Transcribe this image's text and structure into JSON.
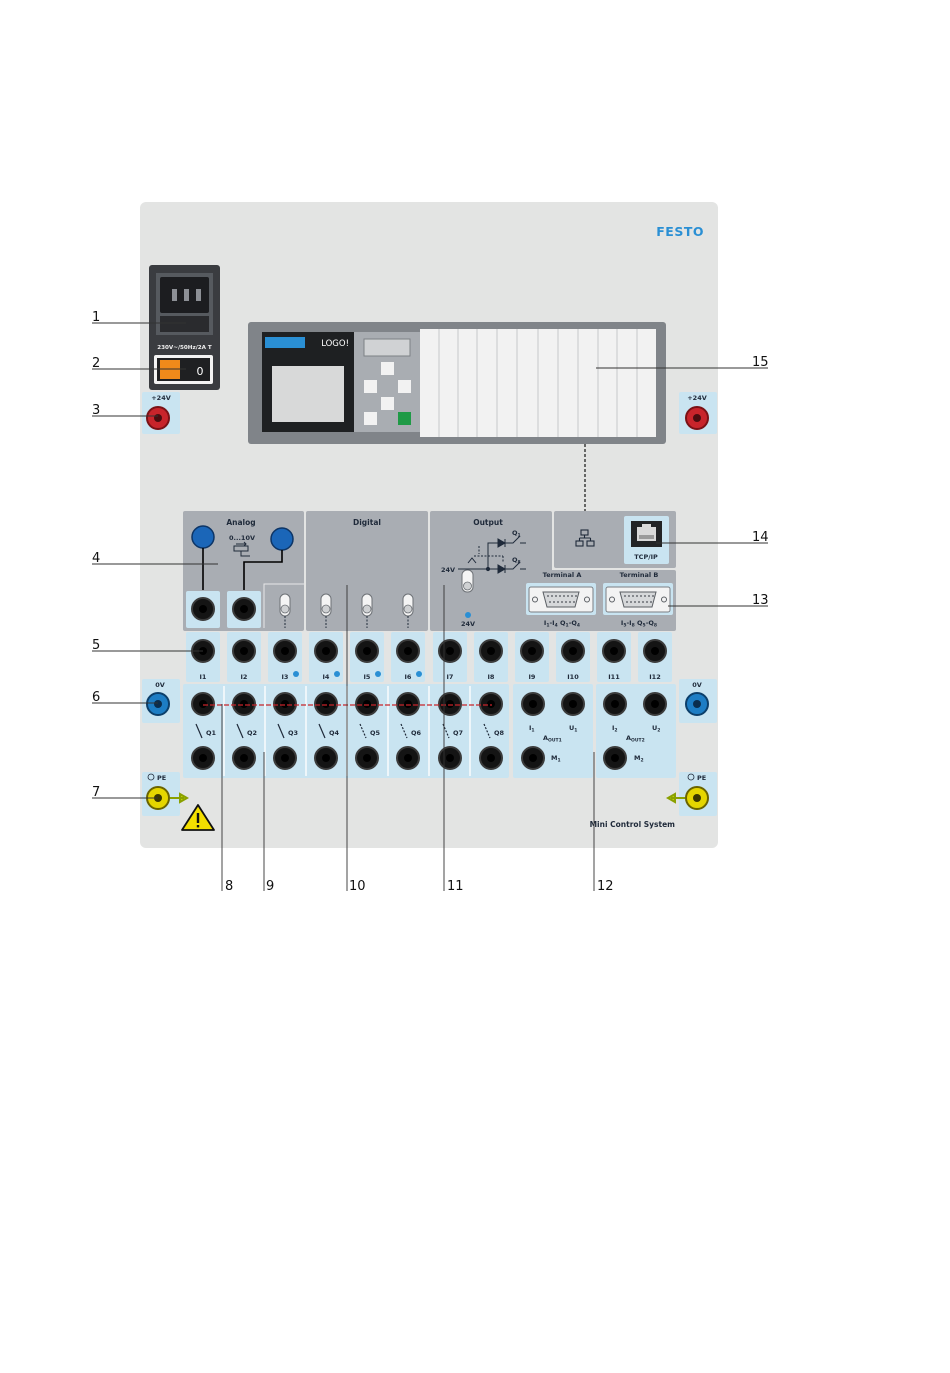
{
  "brand": "FESTO",
  "panel_name": "Mini Control System",
  "fuse_rating": "230V~/50Hz/2A T",
  "switch_state": "0",
  "plc": {
    "name": "LOGO!"
  },
  "sections": {
    "analog": "Analog",
    "analog_range": "0...10V",
    "digital": "Digital",
    "output": "Output",
    "output_voltage": "24V",
    "output_led": "24V",
    "terminal_a": "Terminal A",
    "terminal_b": "Terminal B",
    "tcpip": "TCP/IP"
  },
  "terminal_a_sub": [
    "I",
    "1",
    "-I",
    "4",
    " Q",
    "1",
    "-Q",
    "4"
  ],
  "terminal_b_sub": [
    "I",
    "5",
    "-I",
    "8",
    " Q",
    "5",
    "-Q",
    "8"
  ],
  "power": {
    "plus24_left": "+24V",
    "plus24_right": "+24V",
    "zero_left": "0V",
    "zero_right": "0V",
    "pe_left": "PE",
    "pe_right": "PE"
  },
  "inputs": [
    "I1",
    "I2",
    "I3",
    "I4",
    "I5",
    "I6",
    "I7",
    "I8",
    "I9",
    "I10",
    "I11",
    "I12"
  ],
  "outputs": [
    "Q1",
    "Q2",
    "Q3",
    "Q4",
    "Q5",
    "Q6",
    "Q7",
    "Q8"
  ],
  "analog_out": {
    "i1": "I",
    "i1_sub": "1",
    "u1": "U",
    "u1_sub": "1",
    "a1": "A",
    "a1_sub": "OUT1",
    "m1": "M",
    "m1_sub": "1",
    "i2": "I",
    "i2_sub": "2",
    "u2": "U",
    "u2_sub": "2",
    "a2": "A",
    "a2_sub": "OUT2",
    "m2": "M",
    "m2_sub": "2"
  },
  "output_diagram": {
    "q1": "Q",
    "q1_sub": "1",
    "q8": "Q",
    "q8_sub": "8"
  },
  "callouts": [
    "1",
    "2",
    "3",
    "4",
    "5",
    "6",
    "7",
    "8",
    "9",
    "10",
    "11",
    "12",
    "13",
    "14",
    "15"
  ],
  "colors": {
    "panel": "#e3e4e3",
    "module": "#a9adb3",
    "socket_bg": "#c9e4f1",
    "accent": "#2a8fd4",
    "red": "#c8242b",
    "blue": "#1d7dc4",
    "yellow": "#e5d600",
    "orange": "#f08a1a"
  }
}
